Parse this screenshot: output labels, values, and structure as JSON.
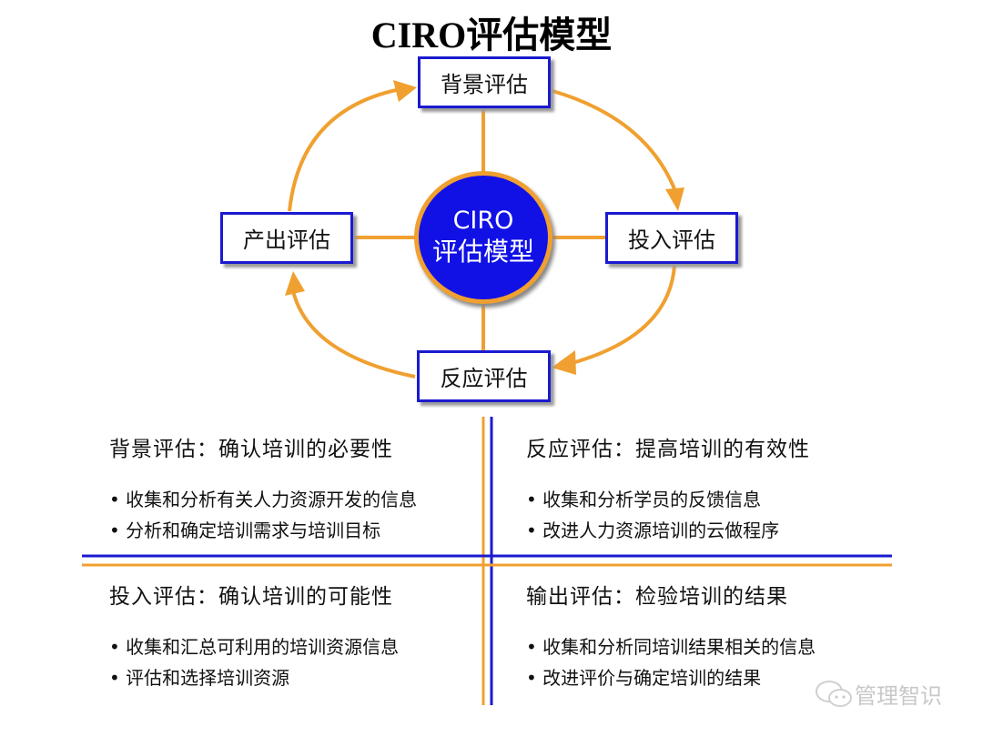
{
  "title": "CIRO评估模型",
  "center": {
    "line1": "CIRO",
    "line2": "评估模型"
  },
  "nodes": {
    "top": "背景评估",
    "right": "投入评估",
    "bottom": "反应评估",
    "left": "产出评估"
  },
  "quadrants": [
    {
      "heading": "背景评估：确认培训的必要性",
      "bullets": [
        "• 收集和分析有关人力资源开发的信息",
        "• 分析和确定培训需求与培训目标"
      ]
    },
    {
      "heading": "反应评估：提高培训的有效性",
      "bullets": [
        "• 收集和分析学员的反馈信息",
        "• 改进人力资源培训的云做程序"
      ]
    },
    {
      "heading": "投入评估：确认培训的可能性",
      "bullets": [
        "• 收集和汇总可利用的培训资源信息",
        "• 评估和选择培训资源"
      ]
    },
    {
      "heading": "输出评估：检验培训的结果",
      "bullets": [
        "• 收集和分析同培训结果相关的信息",
        "• 改进评价与确定培训的结果"
      ]
    }
  ],
  "watermark": "管理智识",
  "colors": {
    "orange": "#f0a030",
    "blue": "#1a1ad0",
    "center_fill": "#1111e6"
  }
}
